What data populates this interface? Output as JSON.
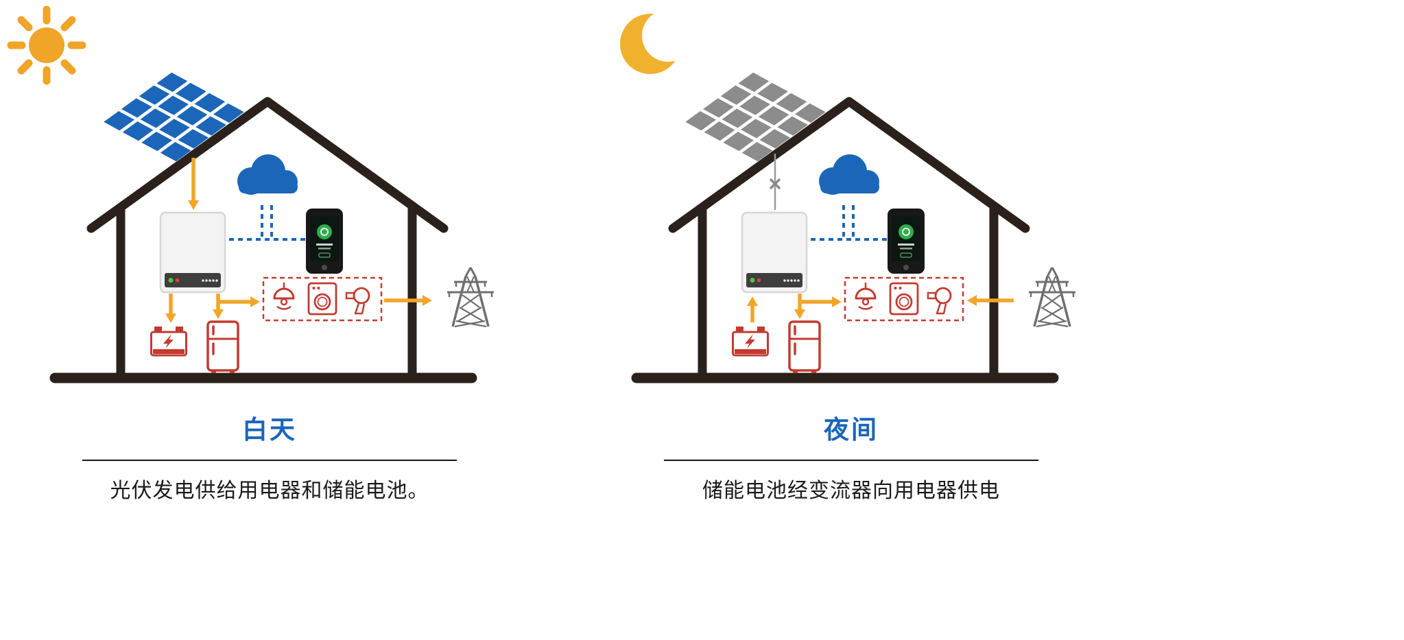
{
  "colors": {
    "accent-blue": "#1B66B8",
    "solar-active": "#1B66B8",
    "solar-inactive": "#8C8C8C",
    "sun": "#F0A428",
    "moon": "#F0B12F",
    "house": "#2B211C",
    "appliance-red": "#C23B31",
    "arrow-orange": "#F2A52B",
    "tower-gray": "#6F6F6F",
    "caption-text": "#1A1A1A"
  },
  "panels": {
    "day": {
      "title": "白天",
      "caption": "光伏发电供给用电器和储能电池。",
      "sky": "sun-icon",
      "solar_panel_state": "active",
      "flows": [
        "solar-panel-to-inverter",
        "inverter-to-battery",
        "inverter-to-refrigerator",
        "inverter-to-appliances",
        "appliances-to-power-grid"
      ]
    },
    "night": {
      "title": "夜间",
      "caption": "储能电池经变流器向用电器供电",
      "sky": "crescent-moon-icon",
      "solar_panel_state": "inactive",
      "solar_link": "blocked",
      "flows": [
        "battery-to-inverter",
        "inverter-to-refrigerator",
        "inverter-to-appliances",
        "power-grid-to-appliances"
      ]
    }
  },
  "icons": {
    "sun": "sun-icon",
    "moon": "crescent-moon-icon",
    "solar_panel": "solar-panel-icon",
    "house": "house-outline",
    "cloud": "cloud-icon",
    "smartphone": "smartphone-app-icon",
    "inverter": "inverter-icon",
    "battery": "storage-battery-icon",
    "refrigerator": "refrigerator-icon",
    "lamp": "pendant-lamp-icon",
    "washing_machine": "washing-machine-icon",
    "hair_dryer": "hair-dryer-icon",
    "power_tower": "transmission-tower-icon"
  }
}
